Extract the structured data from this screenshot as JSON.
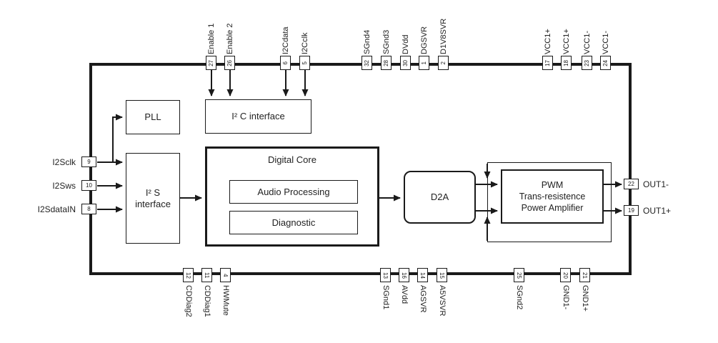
{
  "colors": {
    "line": "#1a1a1a",
    "text": "#222222",
    "background": "#ffffff"
  },
  "blocks": {
    "pll": "PLL",
    "i2c_interface": "I² C interface",
    "i2s_interface": [
      "I² S",
      "interface"
    ],
    "digital_core": "Digital Core",
    "audio_processing": "Audio Processing",
    "diagnostic": "Diagnostic",
    "d2a": "D2A",
    "pwm": [
      "PWM",
      "Trans-resistence",
      "Power Amplifier"
    ]
  },
  "pins": {
    "top": [
      {
        "number": "27",
        "label": "Enable 1"
      },
      {
        "number": "26",
        "label": "Enable 2"
      },
      {
        "number": "6",
        "label": "I2Cdata"
      },
      {
        "number": "5",
        "label": "I2Cclk"
      },
      {
        "number": "32",
        "label": "SGnd4"
      },
      {
        "number": "28",
        "label": "SGnd3"
      },
      {
        "number": "30",
        "label": "DVdd"
      },
      {
        "number": "1",
        "label": "DGSVR"
      },
      {
        "number": "2",
        "label": "D1V8SVR"
      },
      {
        "number": "17",
        "label": "VCC1+"
      },
      {
        "number": "18",
        "label": "VCC1+"
      },
      {
        "number": "23",
        "label": "VCC1-"
      },
      {
        "number": "24",
        "label": "VCC1-"
      }
    ],
    "bottom": [
      {
        "number": "12",
        "label": "CDDiag2"
      },
      {
        "number": "11",
        "label": "CDDiag1"
      },
      {
        "number": "4",
        "label": "HWMute"
      },
      {
        "number": "13",
        "label": "SGnd1"
      },
      {
        "number": "16",
        "label": "AVdd"
      },
      {
        "number": "14",
        "label": "AGSVR"
      },
      {
        "number": "15",
        "label": "A5VSVR"
      },
      {
        "number": "25",
        "label": "SGnd2"
      },
      {
        "number": "20",
        "label": "GND1-"
      },
      {
        "number": "21",
        "label": "GND1+"
      }
    ],
    "left": [
      {
        "number": "9",
        "label": "I2Sclk"
      },
      {
        "number": "10",
        "label": "I2Sws"
      },
      {
        "number": "8",
        "label": "I2SdataIN"
      }
    ],
    "right": [
      {
        "number": "22",
        "label": "OUT1-"
      },
      {
        "number": "19",
        "label": "OUT1+"
      }
    ]
  }
}
